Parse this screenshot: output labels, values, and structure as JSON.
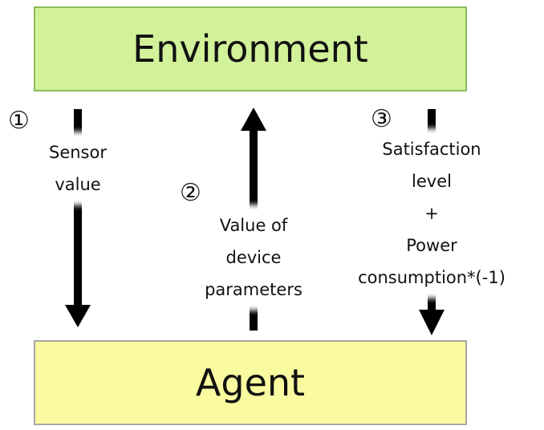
{
  "environment": {
    "label": "Environment"
  },
  "agent": {
    "label": "Agent"
  },
  "flows": [
    {
      "number": "①",
      "direction": "down",
      "lines": [
        "Sensor",
        "value"
      ]
    },
    {
      "number": "②",
      "direction": "up",
      "lines": [
        "Value of",
        "device",
        "parameters"
      ]
    },
    {
      "number": "③",
      "direction": "down",
      "lines": [
        "Satisfaction",
        "level",
        "+",
        "Power",
        "consumption*(-1)"
      ]
    }
  ]
}
